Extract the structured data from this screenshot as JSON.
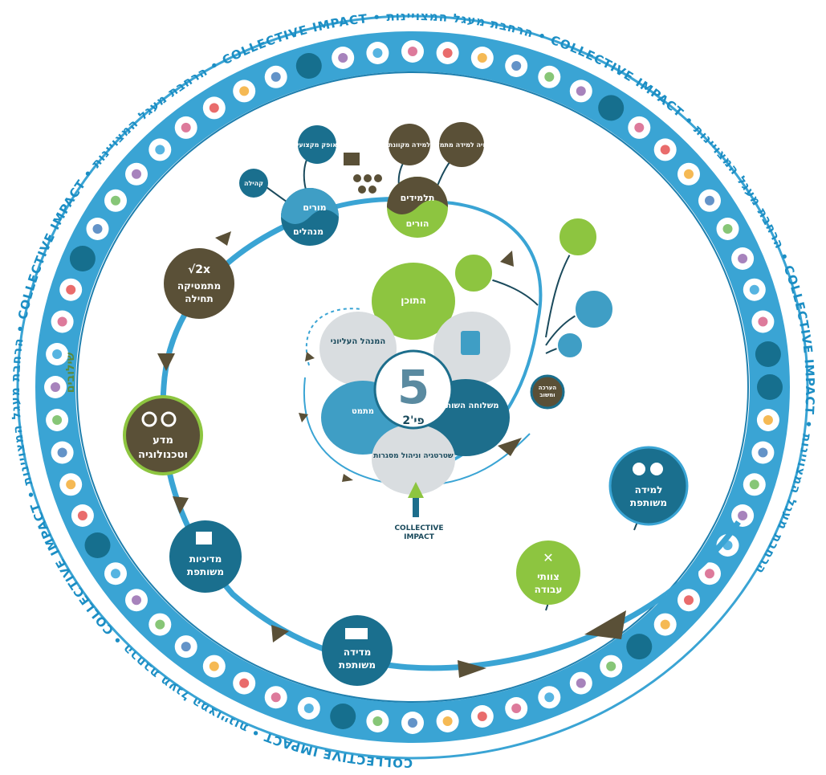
{
  "ring": {
    "collective_impact": "COLLECTIVE IMPACT",
    "expanding_circle": "הרחבת מעגל המצויינות",
    "bullet": "•",
    "colors": {
      "ring": "#3aa4d4",
      "ring_dark": "#1e7fae",
      "dot": "#166f8e",
      "logo": "#ffffff"
    }
  },
  "center": {
    "number": "5",
    "label": "פי'2",
    "petals": {
      "top": "התוכן",
      "top_left": "המנהל העליוני",
      "left": "מתמט",
      "bottom": "שטרטגיה וניהול מסגרות",
      "right": "משלוחה השותפות",
      "top_right": ""
    },
    "colors": {
      "green": "#8dc540",
      "blue": "#3f9ec5",
      "teal": "#1d6e8c",
      "grey": "#d9dde0"
    }
  },
  "spiral_nodes": {
    "teachers_managers": {
      "top": "מורים",
      "bottom": "מנהלים"
    },
    "students_teachers": {
      "top": "תלמידים",
      "bottom": "הורים"
    },
    "math_start": {
      "icon_text": "√2x",
      "line1": "מתמטיקה",
      "line2": "תחילה"
    },
    "science_tech": {
      "line1": "מדע",
      "line2": "וטכנולוגיה"
    },
    "shared_policy": {
      "line1": "מדיניות",
      "line2": "משותפת"
    },
    "shared_measurement": {
      "line1": "מדידה",
      "line2": "משותפת"
    },
    "work_teams": {
      "line1": "צוותי",
      "line2": "עבודה"
    },
    "shared_learning": {
      "line1": "למידה",
      "line2": "משותפת"
    },
    "feedback": {
      "line1": "הערכה",
      "line2": "ומשוב"
    }
  },
  "bubbles": {
    "professional_depth": "אופק מקצועי",
    "community": "קהילה",
    "online_learning": "למידה מקוונת",
    "student_experience": "חוויה למידה מתמדת",
    "green1": "",
    "green2": "",
    "green3": "",
    "blue1": "",
    "blue2": ""
  },
  "collective_logo": {
    "line1": "COLLECTIVE",
    "line2": "IMPACT"
  },
  "partner_logo": {
    "name": "שילובים"
  },
  "colors": {
    "spiral": "#3aa4d4",
    "arrow": "#5a5037",
    "teal": "#1a6f8e",
    "olive": "#5a5037",
    "green": "#8dc540"
  }
}
